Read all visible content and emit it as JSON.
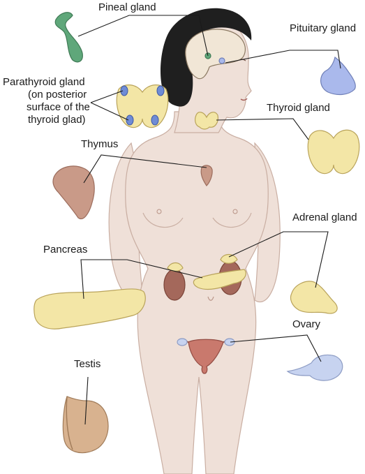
{
  "labels": {
    "pineal": "Pineal gland",
    "pituitary": "Pituitary gland",
    "parathyroid_1": "Parathyroid gland",
    "parathyroid_2": "(on posterior",
    "parathyroid_3": "surface of the",
    "parathyroid_4": "thyroid glad)",
    "thyroid": "Thyroid gland",
    "thymus": "Thymus",
    "adrenal": "Adrenal gland",
    "pancreas": "Pancreas",
    "ovary": "Ovary",
    "testis": "Testis"
  },
  "colors": {
    "skin": "#efe0d8",
    "gland_yellow": "#f3e6a6",
    "pituitary_blue": "#aab9ec",
    "pineal_green": "#5fa77a",
    "thymus_brown": "#c99a88",
    "kidney": "#a4685b",
    "hair": "#1f1f1f"
  }
}
